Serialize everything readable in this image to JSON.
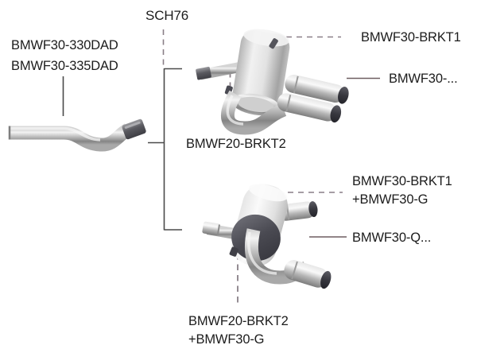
{
  "diagram": {
    "kind": "exhaust-parts-diagram",
    "labels": {
      "front_pipe_line1": "BMWF30-330DAD",
      "front_pipe_line2": "BMWF30-335DAD",
      "clamp": "SCH76",
      "top_bracket1": "BMWF30-BRKT1",
      "top_silencer": "BMWF30-...",
      "top_bracket2": "BMWF20-BRKT2",
      "bottom_bracket1_line1": "BMWF30-BRKT1",
      "bottom_bracket1_line2": "+BMWF30-G",
      "bottom_silencer": "BMWF30-Q...",
      "bottom_bracket2_line1": "BMWF20-BRKT2",
      "bottom_bracket2_line2": "+BMWF30-G"
    },
    "images": {
      "front_pipe": "front-pipe",
      "top_silencer": "rear-silencer-dual-tips",
      "bottom_silencer": "rear-silencer-angled-tips"
    },
    "colors": {
      "background": "#ffffff",
      "text": "#1c1c1c",
      "solid_line": "#4a4a4a",
      "label_line": "#6e5d60",
      "dashed_line": "#897f87"
    }
  }
}
